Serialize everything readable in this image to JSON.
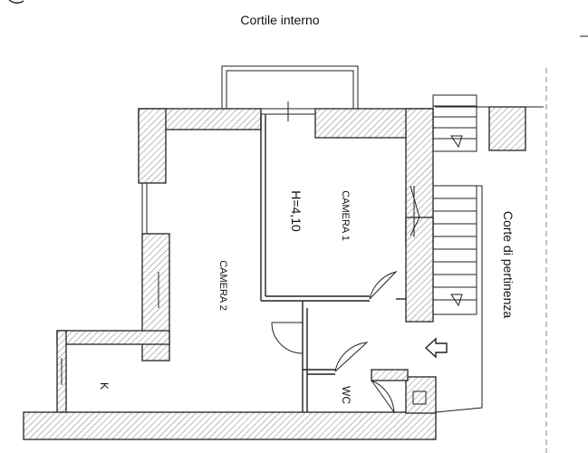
{
  "labels": {
    "courtyard_internal": "Cortile interno",
    "courtyard_appurtenant": "Corte di pertinenza",
    "room_1": "CAMERA 1",
    "room_2": "CAMERA 2",
    "height": "H=4,10",
    "kitchen": "K",
    "wc": "WC"
  },
  "colors": {
    "line": "#222222",
    "background": "#ffffff"
  },
  "icons": {
    "entrance": "arrow-left-icon"
  }
}
